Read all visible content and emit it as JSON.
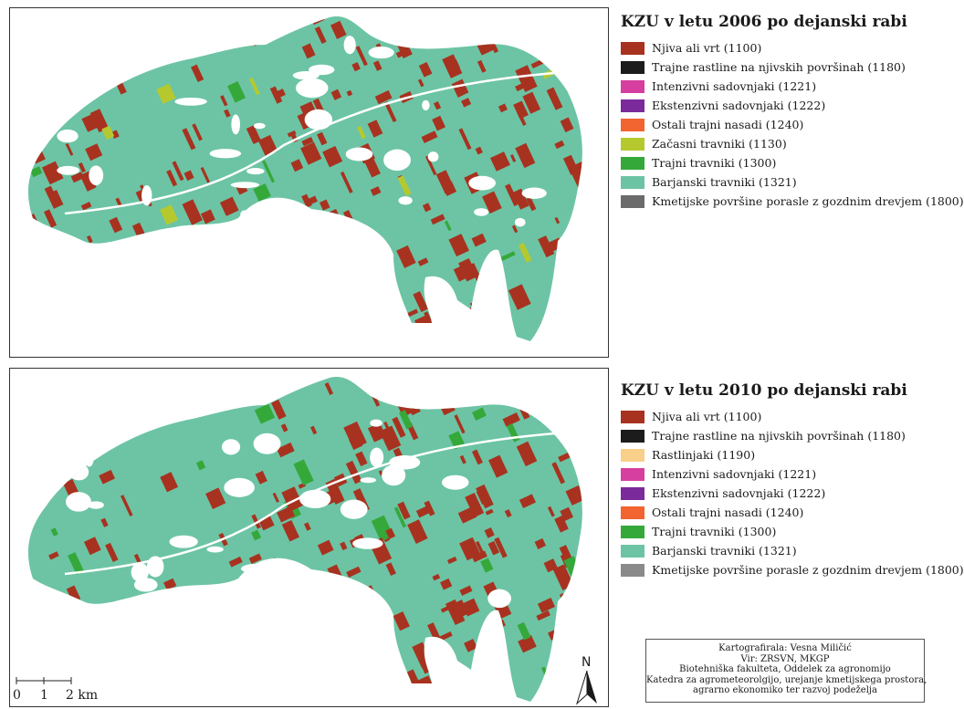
{
  "map2006": {
    "title": "KZU v letu 2006 po dejanski rabi",
    "legend": [
      {
        "label": "Njiva ali vrt (1100)",
        "color": "#a83220"
      },
      {
        "label": "Trajne rastline na njivskih površinah (1180)",
        "color": "#1c1c1c"
      },
      {
        "label": "Intenzivni sadovnjaki (1221)",
        "color": "#d63fa0"
      },
      {
        "label": "Ekstenzivni sadovnjaki (1222)",
        "color": "#7a2a9a"
      },
      {
        "label": "Ostali trajni nasadi (1240)",
        "color": "#f26430"
      },
      {
        "label": "Začasni travniki (1130)",
        "color": "#b5c92e"
      },
      {
        "label": "Trajni travniki (1300)",
        "color": "#35a83a"
      },
      {
        "label": "Barjanski travniki (1321)",
        "color": "#6cc4a4"
      },
      {
        "label": "Kmetijske površine porasle z gozdnim drevjem (1800)",
        "color": "#6b6b6b"
      }
    ]
  },
  "map2010": {
    "title": "KZU v letu 2010 po dejanski rabi",
    "legend": [
      {
        "label": "Njiva ali vrt (1100)",
        "color": "#a83220"
      },
      {
        "label": "Trajne rastline na njivskih površinah (1180)",
        "color": "#1c1c1c"
      },
      {
        "label": "Rastlinjaki (1190)",
        "color": "#f8d08a"
      },
      {
        "label": "Intenzivni sadovnjaki (1221)",
        "color": "#d63fa0"
      },
      {
        "label": "Ekstenzivni sadovnjaki (1222)",
        "color": "#7a2a9a"
      },
      {
        "label": "Ostali trajni nasadi (1240)",
        "color": "#f26430"
      },
      {
        "label": "Trajni travniki (1300)",
        "color": "#35a83a"
      },
      {
        "label": "Barjanski travniki (1321)",
        "color": "#6cc4a4"
      },
      {
        "label": "Kmetijske površine porasle z gozdnim drevjem (1800)",
        "color": "#8a8a8a"
      }
    ]
  },
  "credits": {
    "lines": [
      "Kartografirala: Vesna Miličić",
      "Vir: ZRSVN, MKGP",
      "Biotehniška fakulteta, Oddelek za agronomijo",
      "Katedra za agrometeorolgijo, urejanje kmetijskega prostora,",
      "agrarno ekonomiko ter razvoj podeželja"
    ]
  },
  "scale": {
    "labels": [
      "0",
      "1",
      "2 km"
    ]
  },
  "north": {
    "label": "N"
  },
  "icons": {
    "north": "north-arrow-icon"
  }
}
